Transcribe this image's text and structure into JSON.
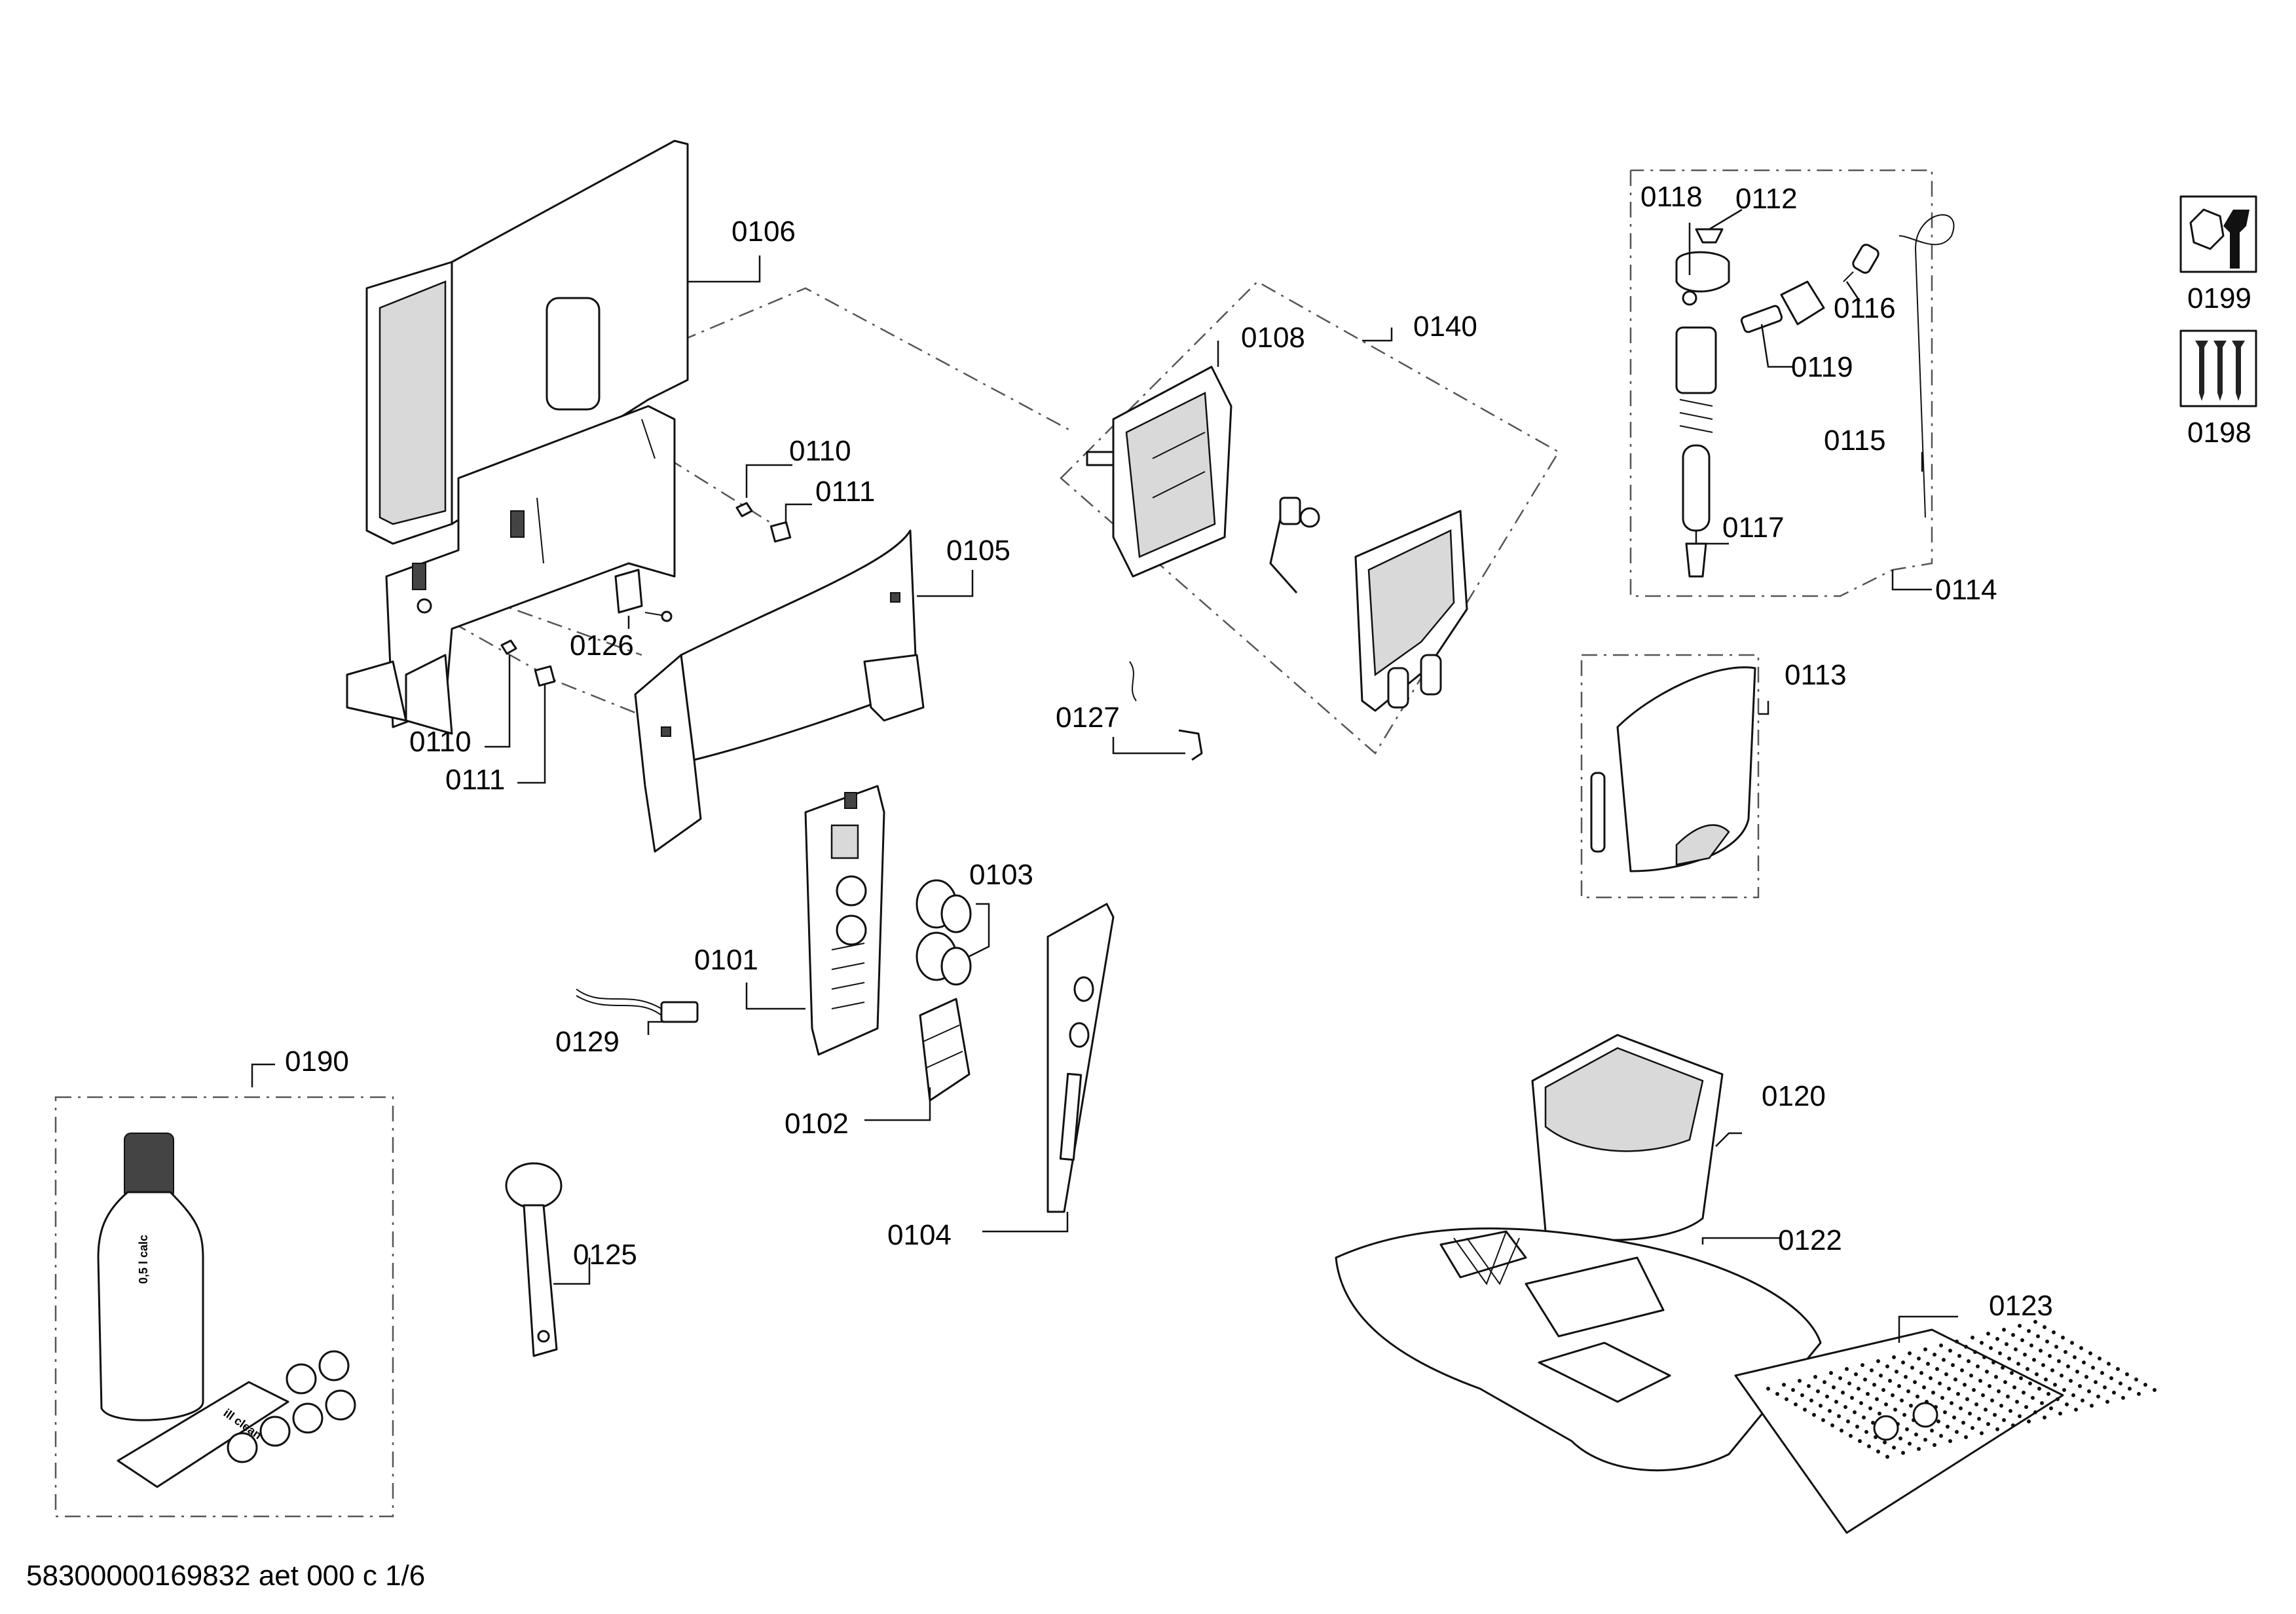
{
  "footer": "58300000169832 aet 000 c 1/6",
  "bottle_text": "0,5 l calc",
  "card_text": "ill clean",
  "icons": {
    "service": {
      "label": "0199",
      "icon": "wrench-nut-icon"
    },
    "screws": {
      "label": "0198",
      "icon": "screws-icon"
    }
  },
  "labels": {
    "p0106": "0106",
    "p0140": "0140",
    "p0108": "0108",
    "p0110a": "0110",
    "p0111a": "0111",
    "p0105": "0105",
    "p0126": "0126",
    "p0110b": "0110",
    "p0111b": "0111",
    "p0127": "0127",
    "p0118": "0118",
    "p0112": "0112",
    "p0116": "0116",
    "p0119": "0119",
    "p0115": "0115",
    "p0117": "0117",
    "p0114": "0114",
    "p0113": "0113",
    "p0103": "0103",
    "p0101": "0101",
    "p0129": "0129",
    "p0102": "0102",
    "p0104": "0104",
    "p0190": "0190",
    "p0125": "0125",
    "p0120": "0120",
    "p0122": "0122",
    "p0123": "0123"
  }
}
